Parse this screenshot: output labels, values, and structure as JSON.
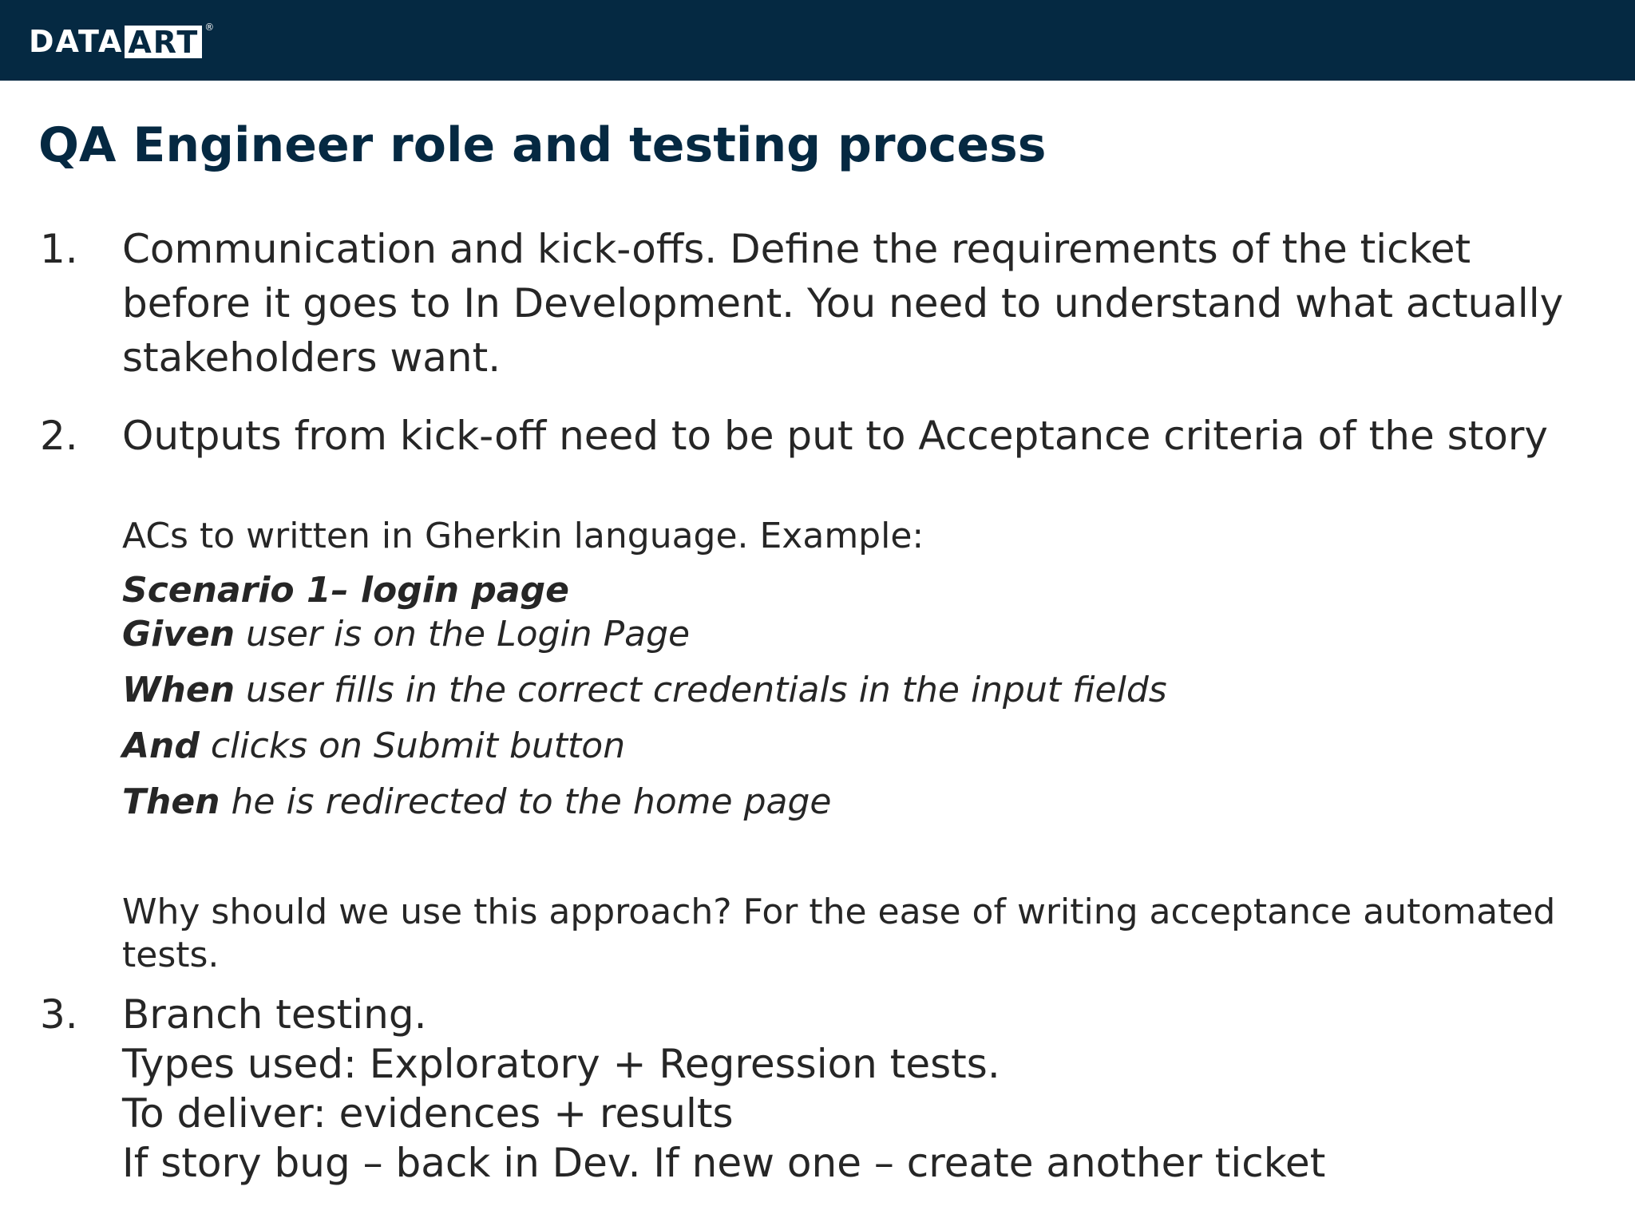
{
  "header": {
    "logo_text_a": "DATA",
    "logo_text_b": "ART",
    "logo_reg": "®"
  },
  "title": "QA Engineer role and testing process",
  "items": [
    {
      "number": "1.",
      "text": "Communication and kick-offs. Define the requirements of the ticket before it goes to In Development. You need to understand what actually stakeholders want."
    },
    {
      "number": "2.",
      "text": "Outputs from kick-off need to be put to Acceptance criteria of the story",
      "gherkin_intro": "ACs to written in Gherkin language. Example:",
      "scenario": "Scenario 1– login page",
      "steps": [
        {
          "keyword": "Given",
          "text": " user is on the Login Page"
        },
        {
          "keyword": "When",
          "text": " user fills in the correct credentials in the input fields"
        },
        {
          "keyword": "And",
          "text": " clicks on Submit button"
        },
        {
          "keyword": "Then",
          "text": " he is redirected to the home page"
        }
      ],
      "why": "Why should we use this approach? For the ease of writing acceptance automated tests."
    },
    {
      "number": "3.",
      "lines": [
        "Branch testing.",
        "Types used: Exploratory + Regression tests.",
        "To deliver: evidences + results",
        "If story bug – back in Dev. If new one – create another ticket"
      ]
    }
  ]
}
